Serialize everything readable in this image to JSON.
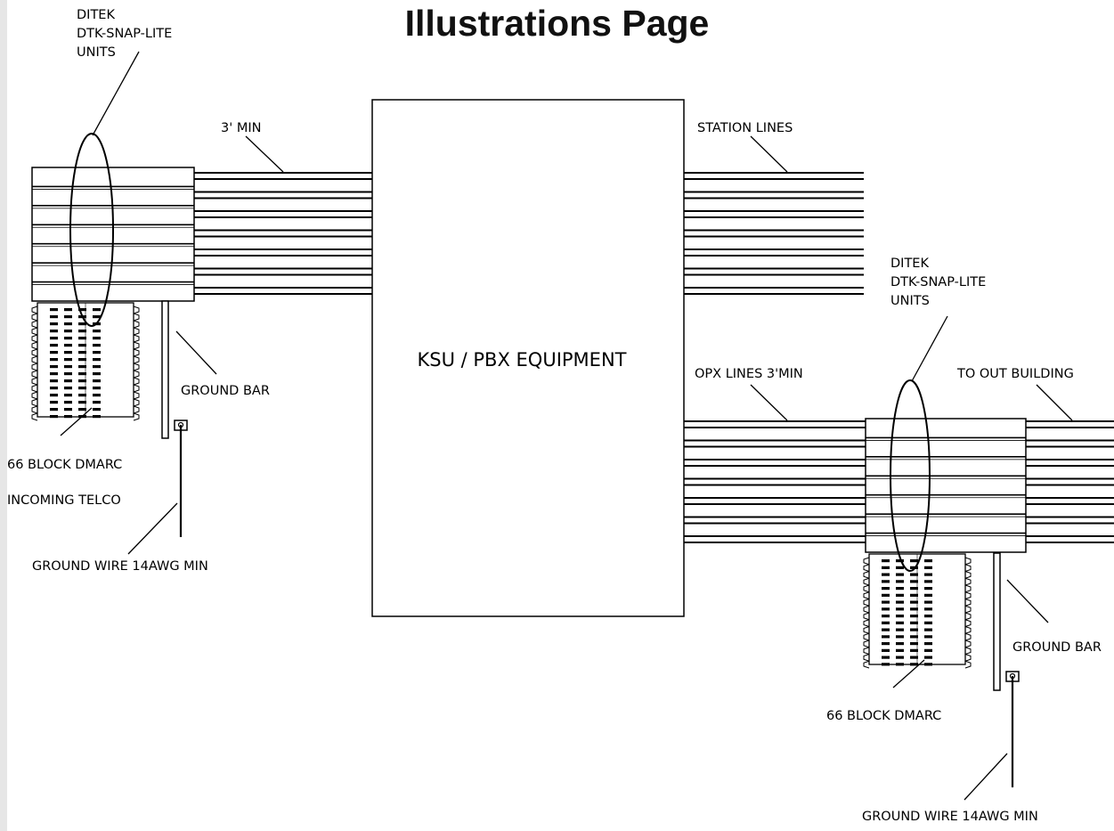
{
  "title": "Illustrations Page",
  "colors": {
    "ink": "#000000",
    "page": "#ffffff",
    "side_strip": "#e6e6e6"
  },
  "labels": {
    "left_units": [
      "DITEK",
      "DTK-SNAP-LITE",
      "UNITS"
    ],
    "min_length": "3' MIN",
    "station_lines": "STATION LINES",
    "right_units": [
      "DITEK",
      "DTK-SNAP-LITE",
      "UNITS"
    ],
    "equipment": "KSU / PBX EQUIPMENT",
    "opx_lines": "OPX LINES 3'MIN",
    "to_out_building": "TO OUT BUILDING",
    "left_ground_bar": "GROUND BAR",
    "left_dmarc": "66 BLOCK DMARC",
    "incoming_telco": "INCOMING TELCO",
    "left_ground_wire": "GROUND WIRE 14AWG MIN",
    "right_ground_bar": "GROUND BAR",
    "right_dmarc": "66 BLOCK DMARC",
    "right_ground_wire": "GROUND WIRE 14AWG MIN"
  }
}
